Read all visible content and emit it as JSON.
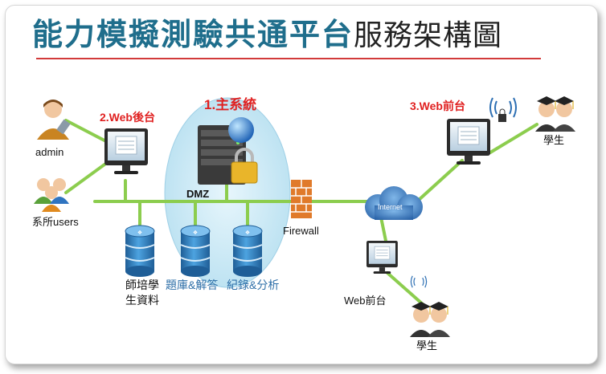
{
  "title": {
    "main": "能力模擬測驗共通平台",
    "suffix": "服務架構圖"
  },
  "labels": {
    "main_system": "1.主系統",
    "web_backend": "2.Web後台",
    "web_frontend_top": "3.Web前台",
    "admin": "admin",
    "dept_users": "系所users",
    "dmz": "DMZ",
    "firewall": "Firewall",
    "internet": "Internet",
    "db_teacher_student_1": "師培學",
    "db_teacher_student_2": "生資料",
    "db_question_bank": "題庫&解答",
    "db_logs_analysis": "紀錄&分析",
    "web_frontend_bottom": "Web前台",
    "students_top": "學生",
    "students_bottom": "學生"
  },
  "colors": {
    "title": "#1f6e8c",
    "accent_red": "#e02020",
    "line_green": "#8ccd4e",
    "db_blue": "#2f7fc1",
    "dmz_zone": "#bfe3f2"
  },
  "icons": [
    "admin-user-icon",
    "user-group-icon",
    "monitor-icon",
    "server-icon",
    "padlock-icon",
    "globe-icon",
    "database-icon",
    "firewall-icon",
    "cloud-icon",
    "wireless-signal-icon",
    "graduate-students-icon"
  ]
}
